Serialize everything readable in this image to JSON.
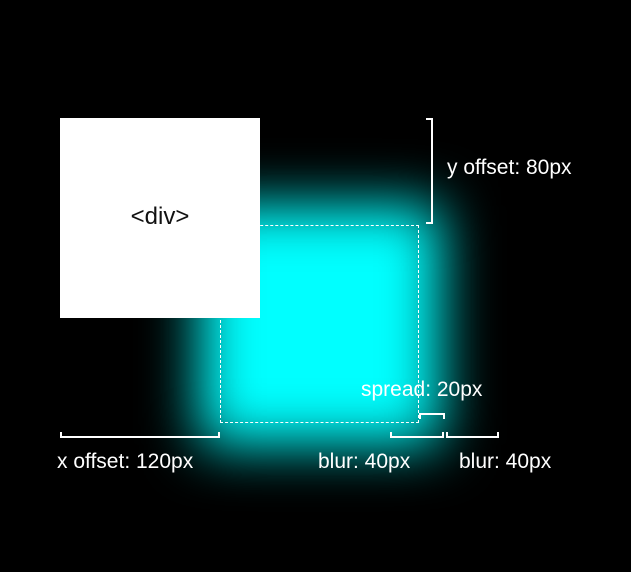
{
  "diagram": {
    "box_label": "<div>",
    "labels": {
      "y_offset": "y offset: 80px",
      "x_offset": "x offset: 120px",
      "spread": "spread: 20px",
      "blur_inner": "blur: 40px",
      "blur_outer": "blur: 40px"
    },
    "colors": {
      "background": "#000000",
      "box": "#FFFFFF",
      "shadow": "#00FFFF",
      "annotation": "#FFFFFF"
    }
  }
}
